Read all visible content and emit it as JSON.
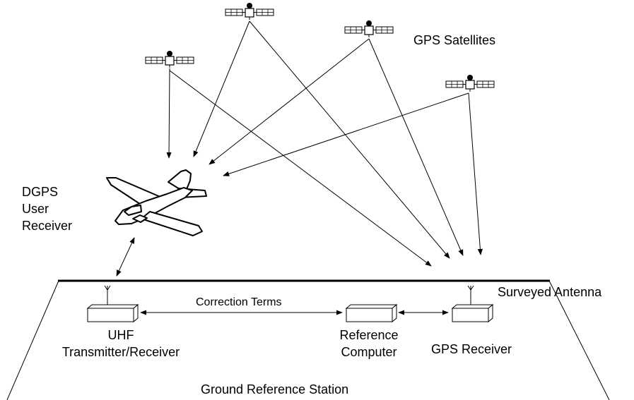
{
  "labels": {
    "gps_satellites": "GPS Satellites",
    "dgps_line1": "DGPS",
    "dgps_line2": "User",
    "dgps_line3": "Receiver",
    "surveyed_antenna": "Surveyed Antenna",
    "correction_terms": "Correction Terms",
    "uhf_line1": "UHF",
    "uhf_line2": "Transmitter/Receiver",
    "refcomp_line1": "Reference",
    "refcomp_line2": "Computer",
    "gps_receiver": "GPS Receiver",
    "ground_station": "Ground Reference Station"
  },
  "icons": {
    "satellite": "satellite-icon",
    "aircraft": "aircraft-icon",
    "antenna": "antenna-icon",
    "equipment_box": "box-icon"
  },
  "colors": {
    "line": "#000000",
    "background": "#ffffff"
  }
}
